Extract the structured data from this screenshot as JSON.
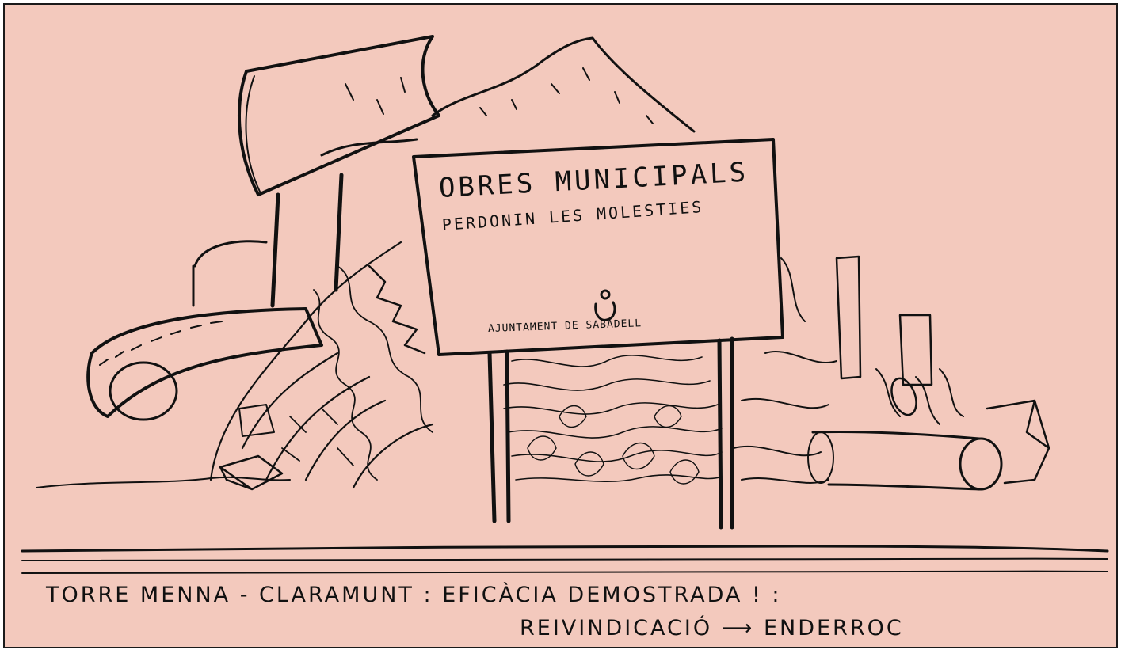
{
  "sign": {
    "title": "OBRES MUNICIPALS",
    "subtitle": "PERDONIN LES MOLESTIES",
    "municipality": "AJUNTAMENT DE SABADELL",
    "emblem_icon": "city-crest-icon"
  },
  "caption": {
    "line1": "TORRE MENNA - CLARAMUNT  :  EFICÀCIA  DEMOSTRADA !  :",
    "line2": "REIVINDICACIÓ ⟶ ENDERROC"
  },
  "colors": {
    "background": "#f3c9bd",
    "ink": "#111111"
  }
}
